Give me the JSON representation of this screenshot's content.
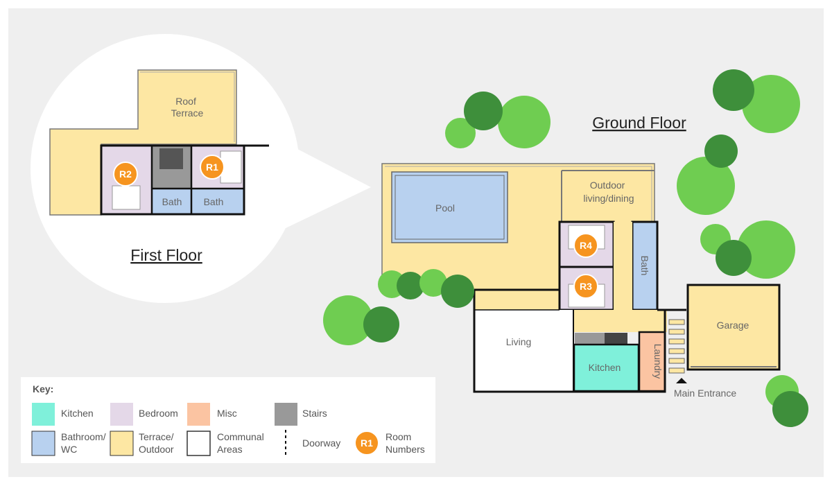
{
  "colors": {
    "page": "#efefef",
    "kitchen": "#7ff0da",
    "bedroom": "#e4d8e8",
    "misc": "#fbc4a2",
    "stairs": "#999999",
    "bath": "#b8d1ef",
    "terrace": "#fde7a3",
    "communal": "#ffffff",
    "badge": "#f6941f",
    "tree_light": "#6fcd51",
    "tree_dark": "#3e8f3b",
    "wall": "#111111"
  },
  "first_floor": {
    "title": "First Floor",
    "rooms": {
      "roof_terrace": [
        "Roof",
        "Terrace"
      ],
      "bath_1": "Bath",
      "bath_2": "Bath"
    },
    "badges": {
      "r1": "R1",
      "r2": "R2"
    }
  },
  "ground_floor": {
    "title": "Ground Floor",
    "rooms": {
      "pool": "Pool",
      "outdoor": [
        "Outdoor",
        "living/dining"
      ],
      "bath": "Bath",
      "living": "Living",
      "kitchen": "Kitchen",
      "laundry": "Laundry",
      "garage": "Garage",
      "main_entrance": "Main Entrance"
    },
    "badges": {
      "r3": "R3",
      "r4": "R4"
    }
  },
  "key": {
    "title": "Key:",
    "items": {
      "kitchen": [
        "Kitchen"
      ],
      "bedroom": [
        "Bedroom"
      ],
      "misc": [
        "Misc"
      ],
      "stairs": [
        "Stairs"
      ],
      "bath": [
        "Bathroom/",
        "WC"
      ],
      "terrace": [
        "Terrace/",
        "Outdoor"
      ],
      "communal": [
        "Communal",
        "Areas"
      ],
      "doorway": [
        "Doorway"
      ],
      "room_numbers": [
        "Room",
        "Numbers"
      ]
    },
    "badge_sample": "R1"
  }
}
